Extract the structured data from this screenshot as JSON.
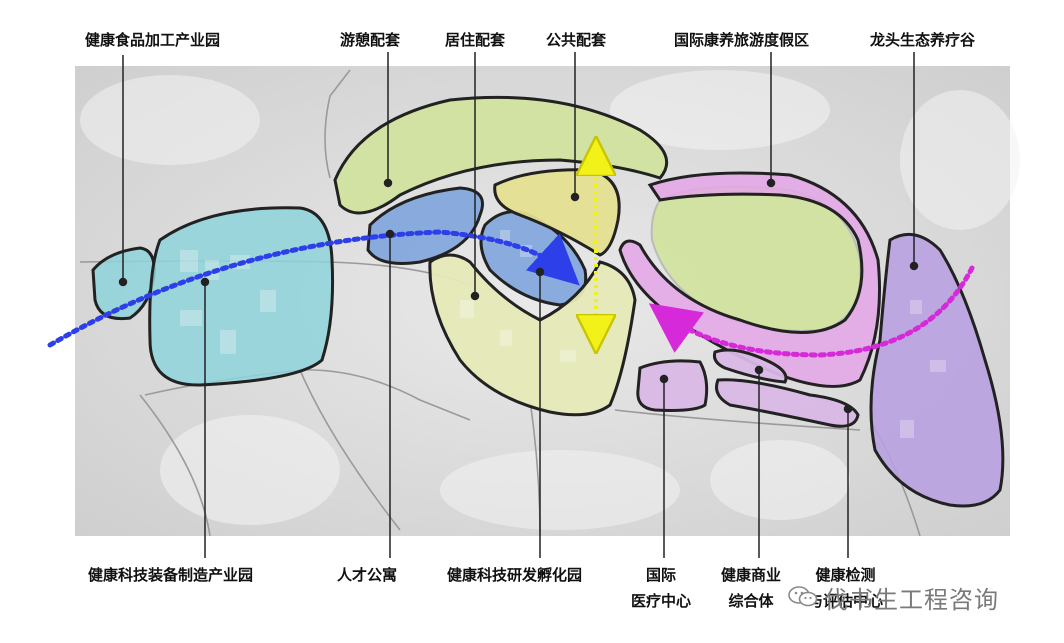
{
  "labels_top": {
    "food_park": "健康食品加工产业园",
    "leisure": "游憩配套",
    "residence": "居住配套",
    "public": "公共配套",
    "resort": "国际康养旅游度假区",
    "eco_valley": "龙头生态养疗谷"
  },
  "labels_bottom": {
    "equipment_park": "健康科技装备制造产业园",
    "talent_apartment": "人才公寓",
    "incubator": "健康科技研发孵化园",
    "medical_line1": "国际",
    "medical_line2": "医疗中心",
    "commerce_line1": "健康商业",
    "commerce_line2": "综合体",
    "testing_line1": "健康检测",
    "testing_line2": "与评估中心"
  },
  "watermark": {
    "text": "伐书生工程咨询",
    "icon": "wechat-icon"
  },
  "colors": {
    "teal_zone": "#8fd3dc",
    "green_zone": "#cfe29b",
    "blue_zone": "#7fa4dc",
    "yellow_zone": "#e4e092",
    "pale_yellow_zone": "#e6eab8",
    "lavender_zone": "#d8b8e6",
    "purple_zone": "#b89fe0",
    "pink_zone": "#e3a6e6",
    "blue_arrow": "#2c3fe8",
    "magenta_arrow": "#d629d9",
    "yellow_arrow": "#f2f21a"
  }
}
